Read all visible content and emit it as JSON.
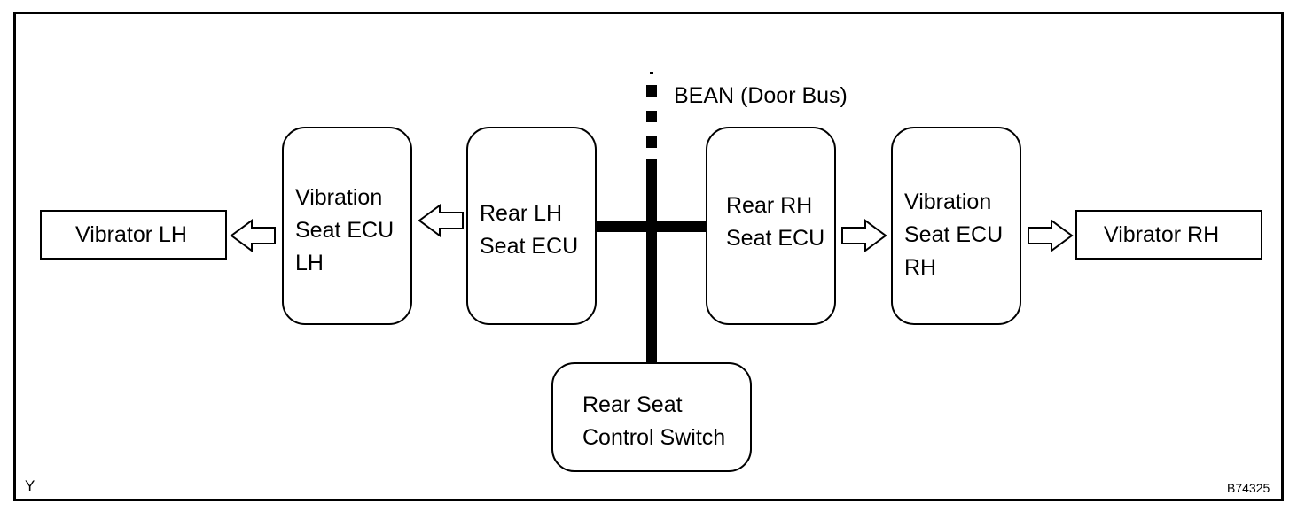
{
  "bus": {
    "label": "BEAN (Door Bus)"
  },
  "boxes": {
    "vibrator_lh": [
      "Vibrator LH"
    ],
    "vibration_ecu_lh": [
      "Vibration",
      "Seat ECU",
      "LH"
    ],
    "rear_lh_ecu": [
      "Rear LH",
      "Seat ECU"
    ],
    "rear_rh_ecu": [
      "Rear RH",
      "Seat ECU"
    ],
    "vibration_ecu_rh": [
      "Vibration",
      "Seat ECU",
      "RH"
    ],
    "vibrator_rh": [
      "Vibrator RH"
    ],
    "rear_seat_switch": [
      "Rear Seat",
      "Control Switch"
    ]
  },
  "corner_left": "Y",
  "figure_id": "B74325",
  "colors": {
    "line": "#000000",
    "background": "#ffffff"
  },
  "icons": [
    "hollow-arrow-left",
    "hollow-arrow-right"
  ]
}
